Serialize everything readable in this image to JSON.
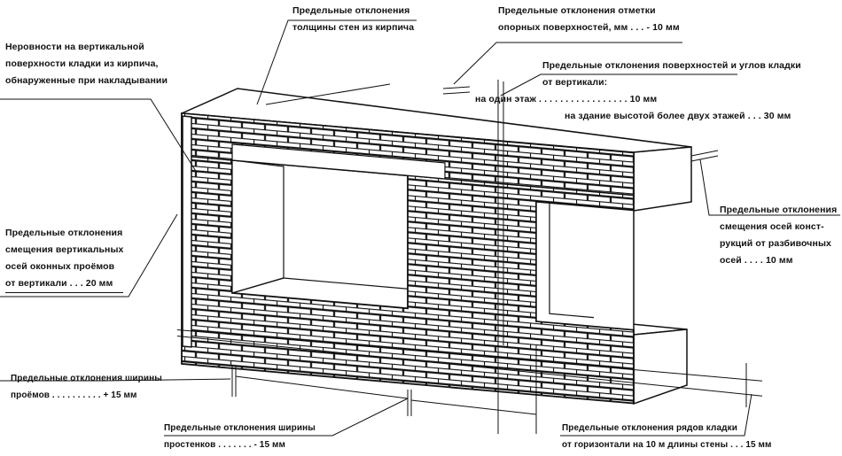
{
  "labels": {
    "unevenness": [
      "Неровности  на  вертикальной",
      "поверхности  кладки  из  кирпича,",
      "обнаруженные  при  накладывании"
    ],
    "wall_thickness": [
      "Предельные  отклонения",
      "толщины  стен  из  кирпича"
    ],
    "support_marks": [
      "Предельные  отклонения  отметки",
      "опорных  поверхностей, мм  .  .  .   - 10 мм"
    ],
    "vertical_dev": {
      "title": "Предельные  отклонения  поверхностей  и  углов  кладки",
      "sub": "от  вертикали:",
      "one_floor": "на  один  этаж  .  .  .  .  .  .  .  .  .  .  .  .  .  .  .  .  .     10 мм",
      "building": "на  здание  высотой  более  двух  этажей  .  .  .  30 мм"
    },
    "axis_shift": [
      "Предельные  отклонения",
      "смещения  осей  конст-",
      "рукций  от  разбивочных",
      "осей  .  .  .  .   10 мм"
    ],
    "window_axes": [
      "Предельные  отклонения",
      "смещения  вертикальных",
      "осей  оконных  проёмов",
      "от вертикали  .  .  .   20 мм"
    ],
    "opening_width": [
      "Предельные  отклонения  ширины",
      "проёмов  .  .  .  .  .  .  .  .  .  .  + 15 мм"
    ],
    "pier_width": [
      "Предельные  отклонения  ширины",
      "простенков  .  .  .  .  .  .  .     - 15 мм"
    ],
    "rows_dev": [
      "Предельные  отклонения  рядов  кладки",
      "от  горизонтали  на  10  м  длины  стены  .  .  .  15 мм"
    ]
  },
  "colors": {
    "ink": "#111111",
    "paper": "#ffffff"
  }
}
